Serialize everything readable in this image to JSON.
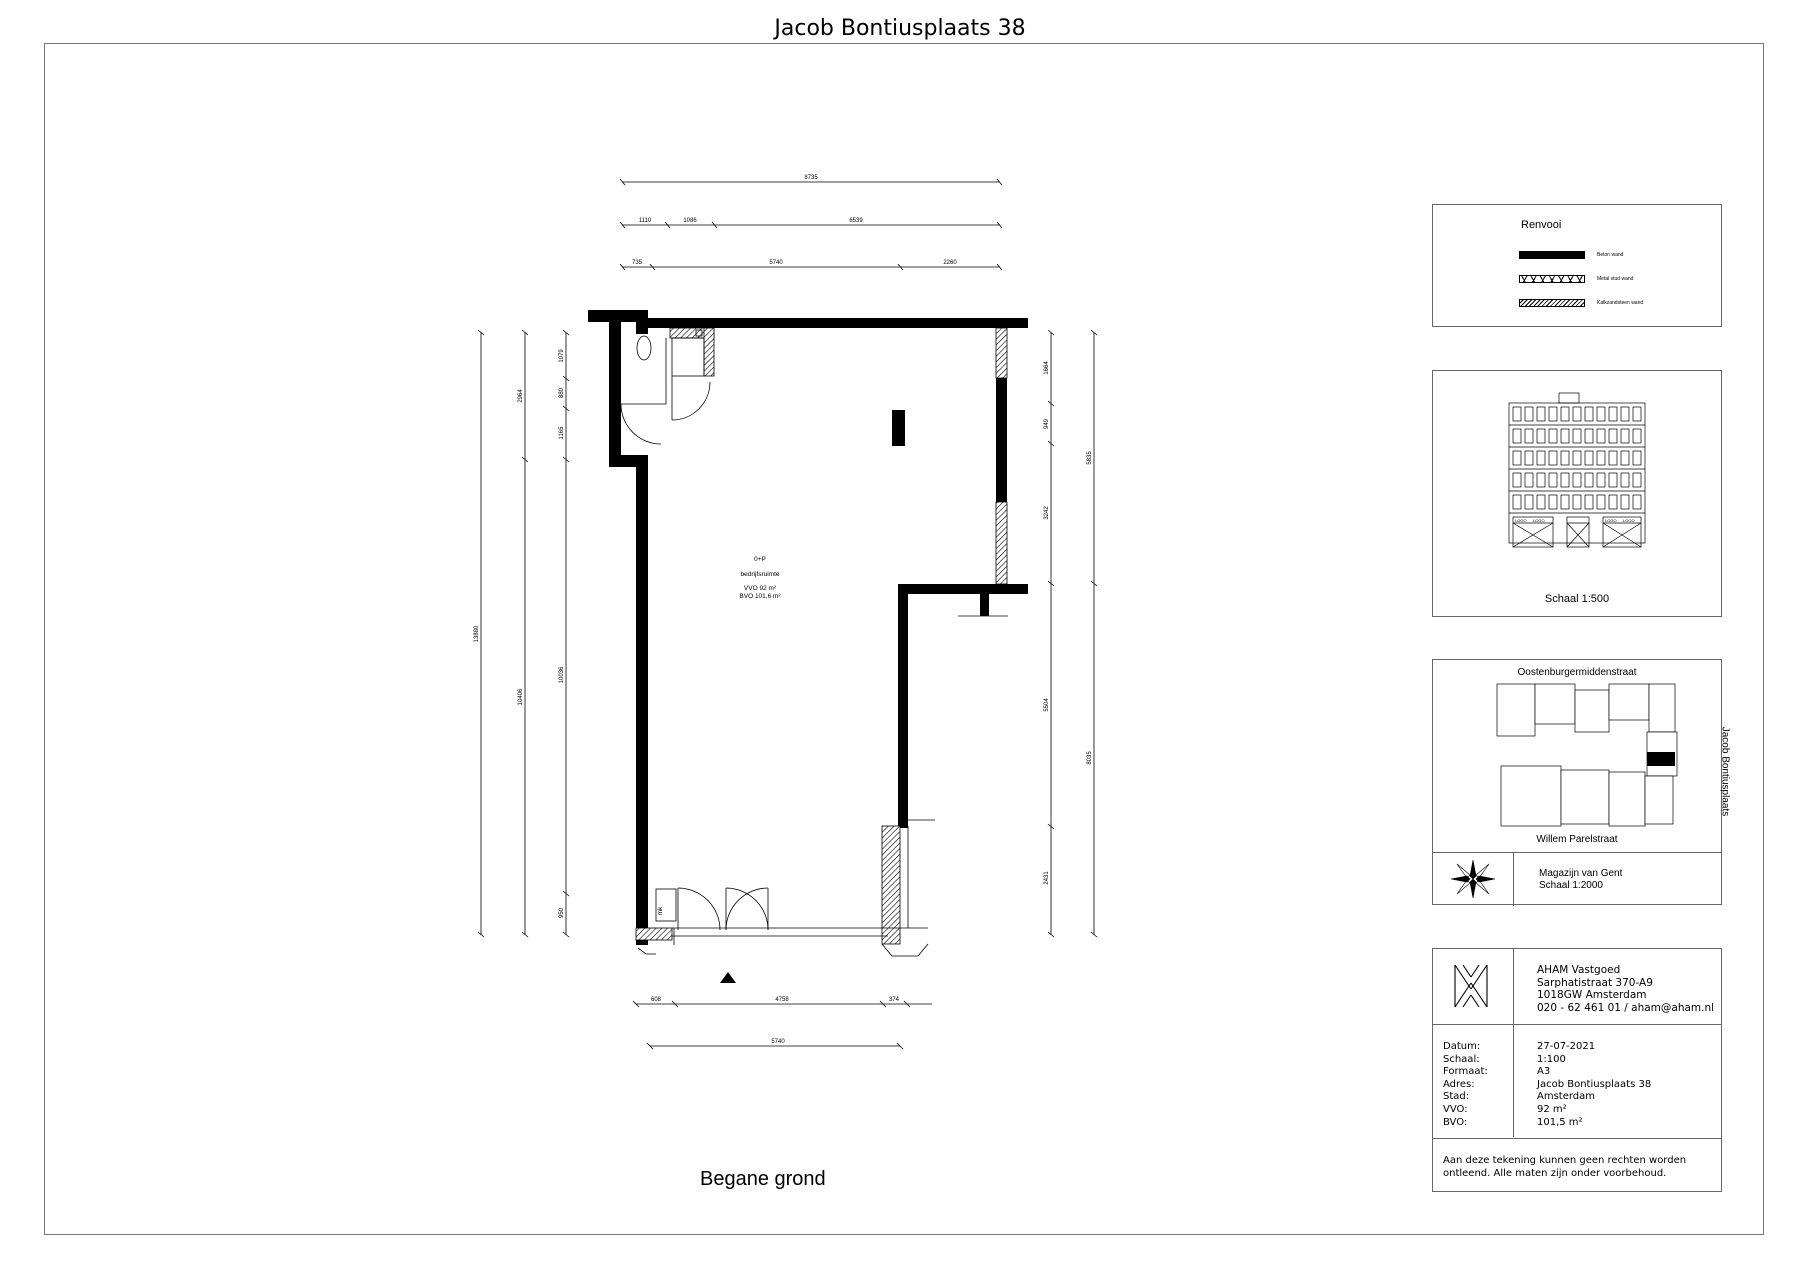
{
  "title": "Jacob Bontiusplaats 38",
  "floor_label": "Begane grond",
  "room": {
    "code": "0+P",
    "name": "bedrijfsruimte",
    "vvo": "VVO 92 m²",
    "bvo": "BVO 101,6 m²",
    "fixture": "mk"
  },
  "dimensions": {
    "top": [
      "8735",
      "1110",
      "1086",
      "6539",
      "735",
      "5740",
      "2260"
    ],
    "bottom": [
      "608",
      "4758",
      "374",
      "5740"
    ],
    "left": [
      "13880",
      "2964",
      "1079",
      "880",
      "1165",
      "10406",
      "10036",
      "950"
    ],
    "right": [
      "1664",
      "5835",
      "949",
      "3242",
      "5504",
      "8035",
      "2431"
    ]
  },
  "legend": {
    "title": "Renvooi",
    "items": [
      {
        "label": "Beton wand"
      },
      {
        "label": "Metal stud wand"
      },
      {
        "label": "Kalkzandsteen wand"
      }
    ]
  },
  "facade": {
    "scale": "Schaal 1:500",
    "shop_sign": "LOGO"
  },
  "sitemap": {
    "street_top": "Oostenburgermiddenstraat",
    "street_right": "Jacob Bontiusplaats",
    "street_bottom": "Willem Parelstraat",
    "building": "Magazijn van Gent",
    "scale": "Schaal 1:2000"
  },
  "company": {
    "lines": [
      "AHAM Vastgoed",
      "Sarphatistraat 370-A9",
      "1018GW Amsterdam",
      "020 - 62 461 01 / aham@aham.nl"
    ],
    "fields": [
      {
        "key": "Datum:",
        "value": "27-07-2021"
      },
      {
        "key": "Schaal:",
        "value": "1:100"
      },
      {
        "key": "Formaat:",
        "value": "A3"
      },
      {
        "key": "Adres:",
        "value": "Jacob Bontiusplaats 38"
      },
      {
        "key": "Stad:",
        "value": "Amsterdam"
      },
      {
        "key": "VVO:",
        "value": "92 m²"
      },
      {
        "key": "BVO:",
        "value": "101,5  m²"
      }
    ],
    "disclaimer": "Aan deze tekening kunnen geen rechten worden ontleend. Alle maten zijn onder voorbehoud."
  }
}
